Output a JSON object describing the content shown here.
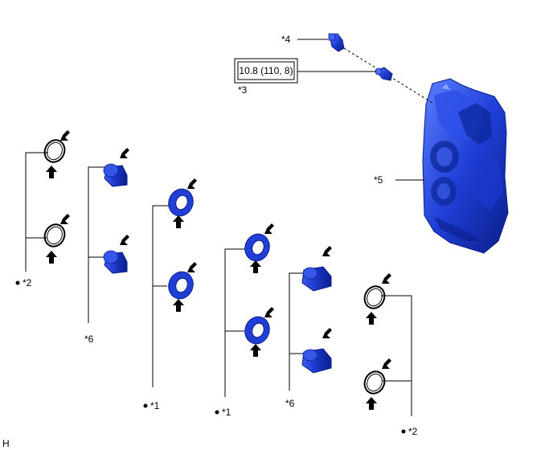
{
  "labels": {
    "star1_left": "*1",
    "star1_right": "*1",
    "star2_left": "*2",
    "star2_right": "*2",
    "star3": "*3",
    "star4": "*4",
    "star5": "*5",
    "star6_left": "*6",
    "star6_right": "*6"
  },
  "torque_spec": "10.8 (110, 8)",
  "corner_code": "H",
  "colors": {
    "part_blue": "#1f3fd6",
    "part_blue_dark": "#0a1e8a",
    "part_blue_light": "#4f74ff",
    "line": "#000000"
  }
}
